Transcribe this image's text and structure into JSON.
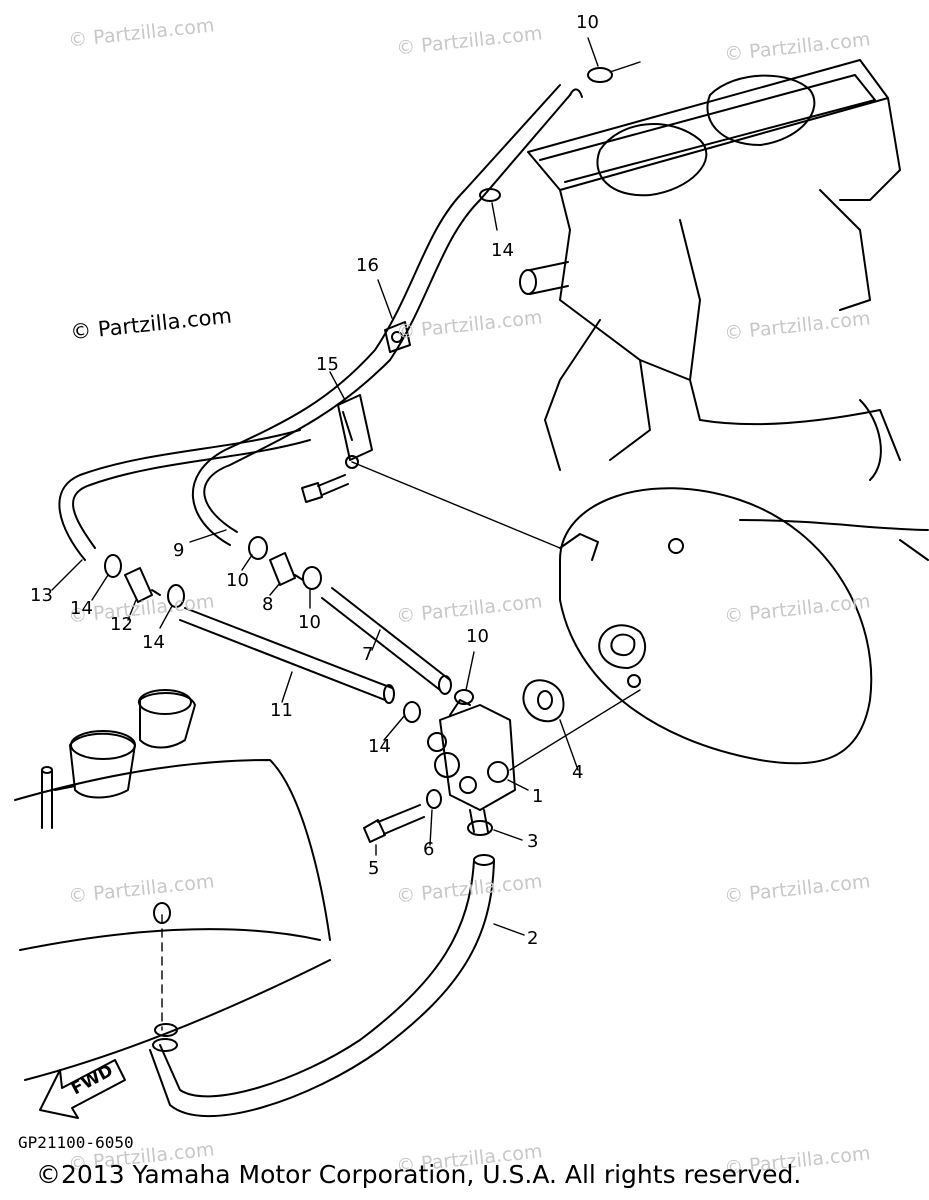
{
  "watermarks": {
    "faint": "© Partzilla.com",
    "prominent": "© Partzilla.com"
  },
  "callouts": [
    {
      "id": "c10a",
      "text": "10"
    },
    {
      "id": "c14a",
      "text": "14"
    },
    {
      "id": "c16",
      "text": "16"
    },
    {
      "id": "c15",
      "text": "15"
    },
    {
      "id": "c9",
      "text": "9"
    },
    {
      "id": "c13",
      "text": "13"
    },
    {
      "id": "c14b",
      "text": "14"
    },
    {
      "id": "c12",
      "text": "12"
    },
    {
      "id": "c14c",
      "text": "14"
    },
    {
      "id": "c10b",
      "text": "10"
    },
    {
      "id": "c8",
      "text": "8"
    },
    {
      "id": "c10c",
      "text": "10"
    },
    {
      "id": "c7",
      "text": "7"
    },
    {
      "id": "c10d",
      "text": "10"
    },
    {
      "id": "c11",
      "text": "11"
    },
    {
      "id": "c14d",
      "text": "14"
    },
    {
      "id": "c4",
      "text": "4"
    },
    {
      "id": "c1",
      "text": "1"
    },
    {
      "id": "c3",
      "text": "3"
    },
    {
      "id": "c5",
      "text": "5"
    },
    {
      "id": "c6",
      "text": "6"
    },
    {
      "id": "c2",
      "text": "2"
    }
  ],
  "fwd_label": "FWD",
  "reference_code": "GP21100-6050",
  "copyright": "©2013 Yamaha Motor Corporation, U.S.A. All rights reserved."
}
